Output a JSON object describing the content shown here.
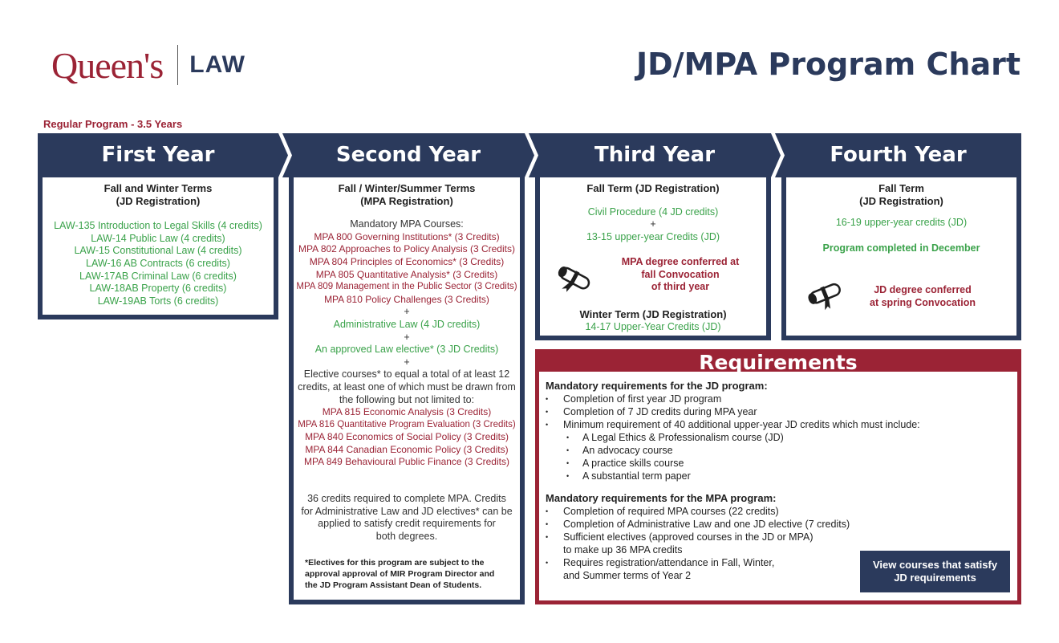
{
  "header": {
    "logo_text": "Queen's",
    "logo_suffix": "LAW",
    "title": "JD/MPA Program Chart"
  },
  "program_label": "Regular Program - 3.5 Years",
  "colors": {
    "navy": "#2b3a5c",
    "red": "#9b2335",
    "green": "#3aa24a"
  },
  "years": {
    "first": {
      "title": "First Year",
      "heading": [
        "Fall and Winter Terms",
        "(JD Registration)"
      ],
      "courses": [
        "LAW-135 Introduction to Legal Skills (4 credits)",
        "LAW-14 Public Law (4 credits)",
        "LAW-15 Constitutional Law (4 credits)",
        "LAW-16 AB Contracts (6 credits)",
        "LAW-17AB Criminal Law (6 credits)",
        "LAW-18AB Property (6 credits)",
        "LAW-19AB Torts (6 credits)"
      ]
    },
    "second": {
      "title": "Second Year",
      "heading": [
        "Fall / Winter/Summer Terms",
        "(MPA Registration)"
      ],
      "mandatory_label": "Mandatory MPA Courses:",
      "mandatory_courses": [
        "MPA 800 Governing Institutions* (3 Credits)",
        "MPA 802 Approaches to Policy Analysis (3 Credits)",
        "MPA 804 Principles of Economics* (3 Credits)",
        "MPA 805 Quantitative Analysis* (3 Credits)",
        "MPA 809 Management in the Public Sector (3 Credits)",
        "MPA 810 Policy Challenges (3 Credits)"
      ],
      "plus": "+",
      "admin_law": "Administrative Law (4 JD credits)",
      "law_elective": "An approved Law elective* (3 JD Credits)",
      "elective_text": [
        "Elective courses* to equal a total of at least 12",
        "credits, at least one of which must be drawn from",
        "the following but not limited to:"
      ],
      "elective_courses": [
        "MPA 815 Economic Analysis (3 Credits)",
        "MPA 816 Quantitative Program Evaluation (3 Credits)",
        "MPA 840 Economics of Social Policy (3 Credits)",
        "MPA 844 Canadian Economic Policy (3 Credits)",
        "MPA 849 Behavioural Public Finance (3 Credits)"
      ],
      "credits_note": [
        "36 credits required to complete MPA. Credits",
        "for Administrative Law and JD electives* can be",
        "applied to satisfy credit requirements for",
        "both degrees."
      ],
      "footnote": [
        "*Electives for this program are subject to the",
        "approval approval of MIR Program Director and",
        "the JD Program Assistant Dean of Students."
      ]
    },
    "third": {
      "title": "Third Year",
      "fall_heading": "Fall Term (JD Registration)",
      "civil_procedure": "Civil Procedure (4 JD credits)",
      "plus": "+",
      "upper_year_fall": "13-15 upper-year Credits (JD)",
      "conferred": [
        "MPA degree conferred at",
        "fall Convocation",
        "of third year"
      ],
      "winter_heading": "Winter Term (JD Registration)",
      "upper_year_winter": "14-17 Upper-Year Credits (JD)"
    },
    "fourth": {
      "title": "Fourth Year",
      "heading": [
        "Fall Term",
        "(JD Registration)"
      ],
      "upper_year": "16-19 upper-year credits (JD)",
      "completed": "Program completed in December",
      "conferred": [
        "JD degree conferred",
        "at spring Convocation"
      ]
    }
  },
  "requirements": {
    "title": "Requirements",
    "jd_title": "Mandatory requirements for the JD program:",
    "jd_items": [
      "Completion of first year JD program",
      "Completion of 7 JD credits during MPA year",
      "Minimum requirement of 40 additional upper-year JD credits which must include:"
    ],
    "jd_sub_items": [
      "A Legal Ethics & Professionalism course (JD)",
      "An advocacy course",
      "A practice skills course",
      "A substantial term paper"
    ],
    "mpa_title": "Mandatory requirements for the MPA program:",
    "mpa_items": [
      "Completion of required MPA courses (22 credits)",
      "Completion of Administrative Law and one JD elective (7 credits)",
      [
        "Sufficient electives (approved courses in the JD or MPA)",
        "to make up 36 MPA credits"
      ],
      [
        "Requires registration/attendance in Fall, Winter,",
        "and Summer terms of Year 2"
      ]
    ],
    "button_label": [
      "View courses that satisfy",
      "JD requirements"
    ]
  }
}
